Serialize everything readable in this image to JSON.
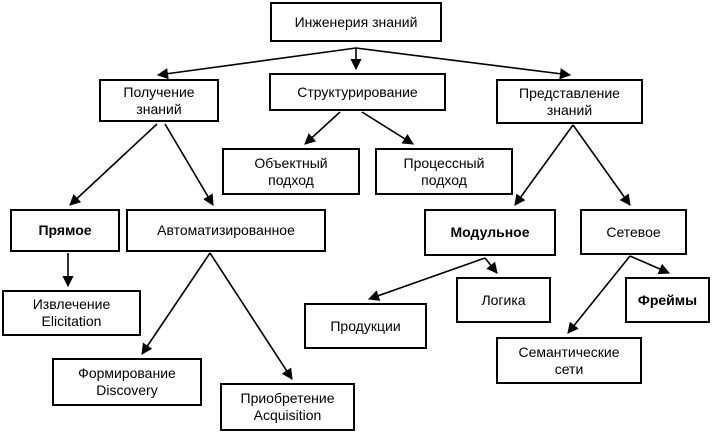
{
  "nodes": {
    "root": "Инженерия  знаний",
    "acquisition": "Получение\nзнаний",
    "structuring": "Структурирование",
    "representation": "Представление\nзнаний",
    "direct": "Прямое",
    "automated": "Автоматизированное",
    "object_approach": "Объектный\nподход",
    "process_approach": "Процессный\nподход",
    "modular": "Модульное",
    "network": "Сетевое",
    "elicitation": "Извлечение\nElicitation",
    "discovery": "Формирование\nDiscovery",
    "acquisition_en": "Приобретение\nAcquisition",
    "productions": "Продукции",
    "logic": "Логика",
    "frames": "Фреймы",
    "semantic_nets": "Семантические\nсети"
  },
  "edges": [
    [
      "root",
      "acquisition"
    ],
    [
      "root",
      "structuring"
    ],
    [
      "root",
      "representation"
    ],
    [
      "acquisition",
      "direct"
    ],
    [
      "acquisition",
      "automated"
    ],
    [
      "structuring",
      "object_approach"
    ],
    [
      "structuring",
      "process_approach"
    ],
    [
      "representation",
      "modular"
    ],
    [
      "representation",
      "network"
    ],
    [
      "direct",
      "elicitation"
    ],
    [
      "automated",
      "discovery"
    ],
    [
      "automated",
      "acquisition_en"
    ],
    [
      "modular",
      "productions"
    ],
    [
      "modular",
      "logic"
    ],
    [
      "network",
      "semantic_nets"
    ],
    [
      "network",
      "frames"
    ]
  ]
}
